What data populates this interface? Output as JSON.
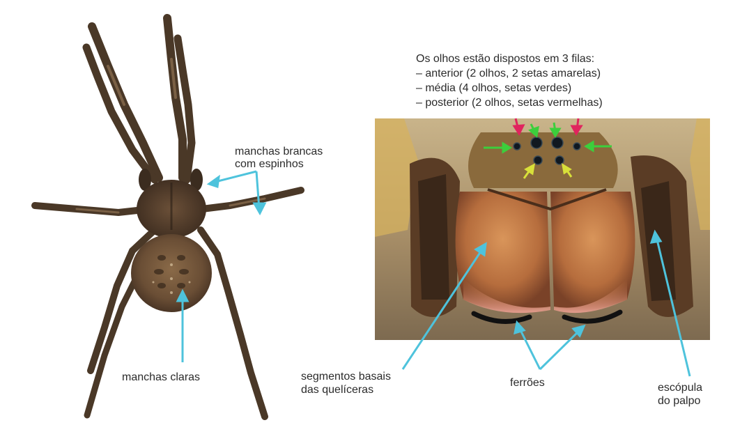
{
  "eyes_note": {
    "title": "Os olhos estão dispostos em 3 filas:",
    "lines": [
      "– anterior (2 olhos, 2 setas amarelas)",
      "– média (4 olhos, setas verdes)",
      "– posterior (2 olhos, setas vermelhas)"
    ]
  },
  "labels": {
    "white_spots_line1": "manchas brancas",
    "white_spots_line2": "com espinhos",
    "light_spots": "manchas claras",
    "chelicerae_line1": "segmentos basais",
    "chelicerae_line2": "das quelíceras",
    "fangs": "ferrões",
    "scopula_line1": "escópula",
    "scopula_line2": "do palpo"
  },
  "colors": {
    "pointer": "#4ec3dc",
    "arrow_red": "#e0245e",
    "arrow_green": "#3ccf3c",
    "arrow_yellow": "#d8e03a"
  }
}
